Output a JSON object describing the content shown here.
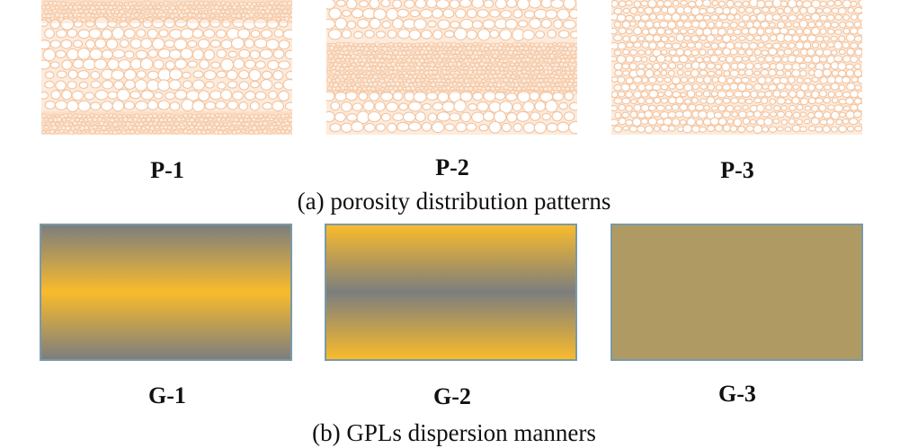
{
  "figure_a": {
    "caption": "(a) porosity distribution patterns",
    "panels": [
      {
        "label": "P-1",
        "pattern": "dense-top-bottom"
      },
      {
        "label": "P-2",
        "pattern": "dense-middle"
      },
      {
        "label": "P-3",
        "pattern": "uniform"
      }
    ],
    "colors": {
      "pore_fill": "#fcdcc0",
      "pore_stroke": "#f3c39e",
      "background": "#fdebdc"
    }
  },
  "figure_b": {
    "caption": "(b) GPLs dispersion manners",
    "panels": [
      {
        "label": "G-1",
        "pattern": "gold-middle"
      },
      {
        "label": "G-2",
        "pattern": "gold-top-bottom"
      },
      {
        "label": "G-3",
        "pattern": "uniform"
      }
    ],
    "colors": {
      "gold": "#f9bb2c",
      "grey": "#7c7e7e",
      "uniform": "#b09a63",
      "border": "#7a9aa6"
    }
  }
}
